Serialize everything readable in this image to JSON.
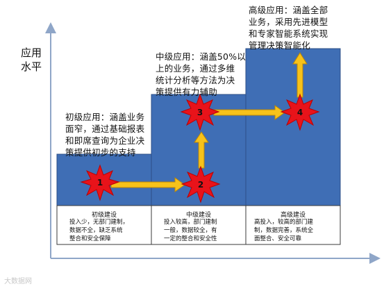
{
  "y_axis_label": "应用\n水平",
  "levels": [
    {
      "description": "初级应用：涵盖业务\n面窄，通过基础报表\n和即席查询为企业决\n策提供初步的支持",
      "stage_title": "初级建设",
      "stage_desc": "投入少，无部门建制，\n数据不全，缺乏系统\n整合和安全保障",
      "node": "1"
    },
    {
      "description": "中级应用：涵盖50%以\n上的业务，通过多维\n统计分析等方法为决\n策提供有力辅助",
      "stage_title": "中级建设",
      "stage_desc": "投入较高，部门建制\n一般，数据较全，有\n一定的整合和安全性",
      "node": "2"
    },
    {
      "description": "",
      "stage_title": "",
      "stage_desc": "",
      "node": "3"
    },
    {
      "description": "高级应用：涵盖全部\n业务，采用先进模型\n和专家智能系统实现\n管理决策智能化",
      "stage_title": "高级建设",
      "stage_desc": "高投入，较高的部门建\n制，数据完善，系统全\n面整合、安全可靠",
      "node": "4"
    }
  ],
  "colors": {
    "block": "#3F6EB5",
    "block_stroke": "#2c4f86",
    "star": "#E8131A",
    "arrow": "#F7C21A",
    "axis": "#8fa6c8"
  },
  "watermark": "大数据网"
}
